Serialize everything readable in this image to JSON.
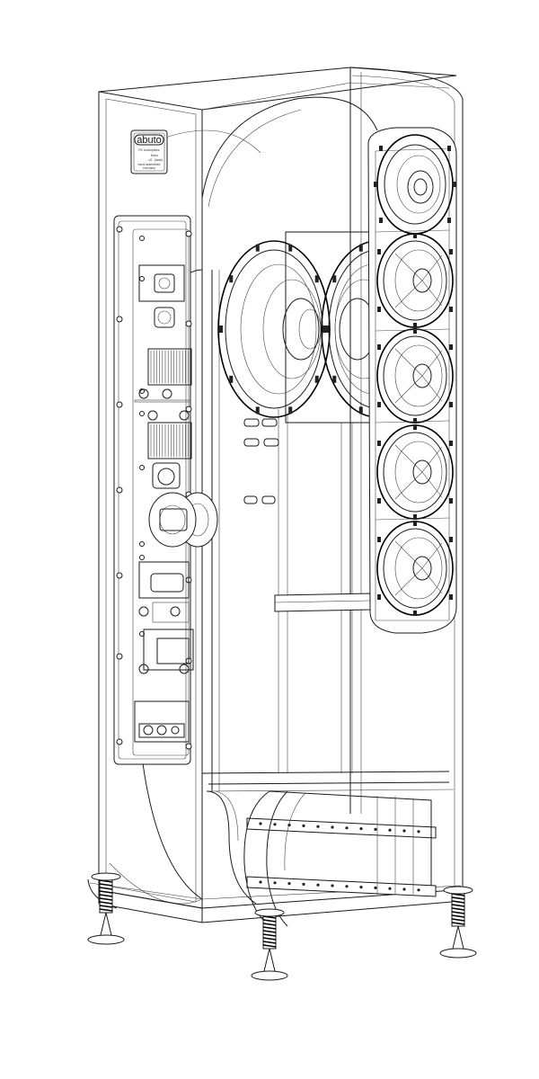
{
  "badge": {
    "brand": "abuto",
    "line1": "RC Audiophiles",
    "line2": "Mono",
    "line3": "- v0 - [data]",
    "line4": "hand assembled",
    "line5": "Germany"
  },
  "colors": {
    "line": "#1a1a1a",
    "background": "#ffffff"
  }
}
